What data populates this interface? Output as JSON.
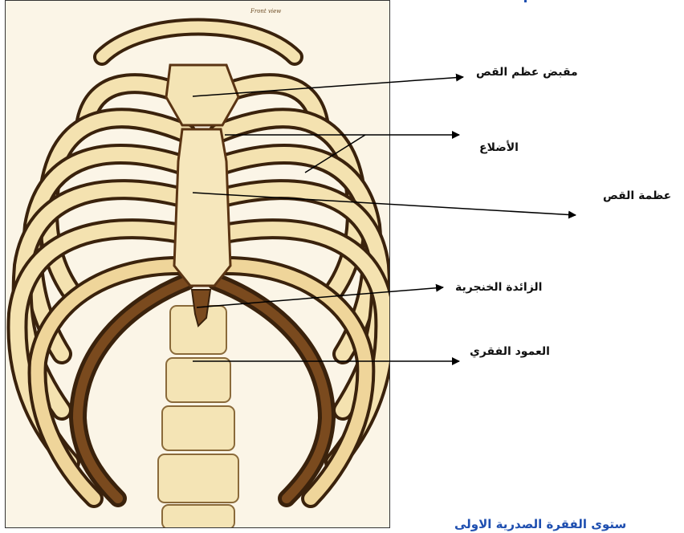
{
  "figure": {
    "small_title": "Front view",
    "labels": {
      "manubrium": "مقبض عظم القص",
      "ribs": "الأضلاع",
      "sternum": "عظمة القص",
      "xiphoid": "الزائدة الخنجرية",
      "spine": "العمود الفقري"
    },
    "caption": "ستوى الفقرة الصدرية الاولى"
  },
  "colors": {
    "bone_light": "#f7e9bd",
    "bone_mid": "#e3c98e",
    "bone_dark": "#5a3413",
    "outline": "#3a220c",
    "caption_blue": "#1f4fb0"
  }
}
